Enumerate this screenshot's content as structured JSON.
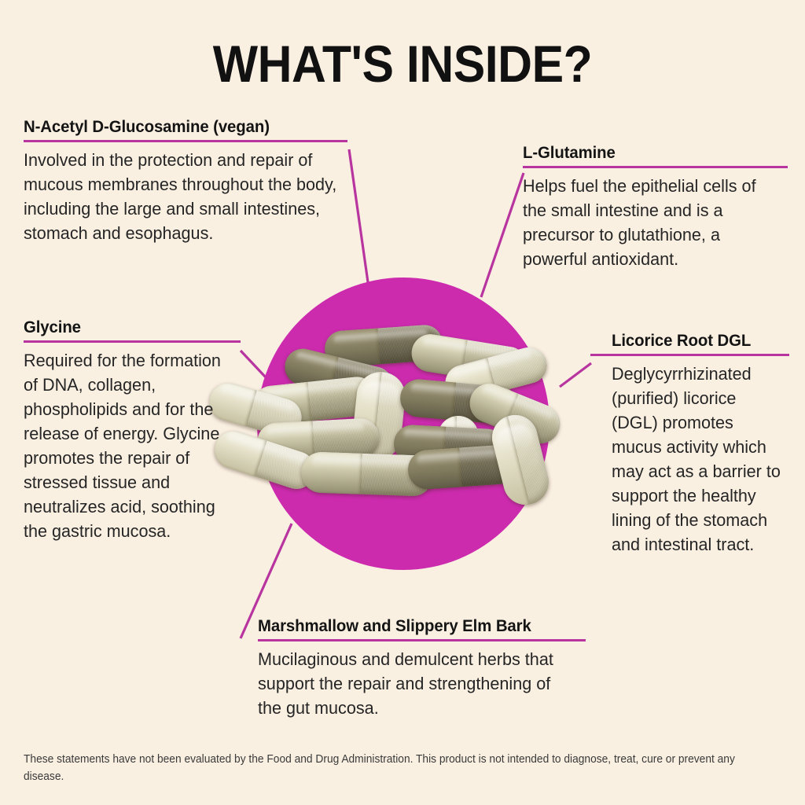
{
  "poster": {
    "title": "WHAT'S INSIDE?",
    "background_color": "#FAF0E2",
    "accent_color": "#CC2BAE",
    "rule_color": "#B8359F",
    "text_color": "#252525"
  },
  "callouts": [
    {
      "id": "n-acetyl-d-glucosamine",
      "heading": "N-Acetyl D-Glucosamine (vegan)",
      "body": "Involved in the protection and repair of mucous membranes throughout the body, including the large and small intestines, stomach and esophagus."
    },
    {
      "id": "l-glutamine",
      "heading": "L-Glutamine",
      "body": "Helps fuel the epithelial cells of the small intestine and is a precursor to glutathione, a powerful antioxidant."
    },
    {
      "id": "glycine",
      "heading": "Glycine",
      "body": "Required for the formation of DNA, collagen, phospholipids and for the release of energy. Glycine promotes the repair of stressed tissue and neutralizes acid, soothing the gastric mucosa."
    },
    {
      "id": "licorice-root-dgl",
      "heading": "Licorice Root DGL",
      "body": "Deglycyrrhizinated (purified) licorice (DGL) promotes mucus activity which may act as a barrier to support the healthy lining of the stomach and intestinal tract."
    },
    {
      "id": "marshmallow-slippery-elm-bark",
      "heading": "Marshmallow and Slippery Elm Bark",
      "body": "Mucilaginous and demulcent herbs that support the repair and strengthening of the gut mucosa."
    }
  ],
  "disclaimer": "These statements have not been evaluated by the Food and Drug Administration. This product is not intended to diagnose, treat, cure or prevent any disease.",
  "product_image": {
    "description": "pile-of-capsules",
    "capsule_color": "#C8C3A3"
  }
}
